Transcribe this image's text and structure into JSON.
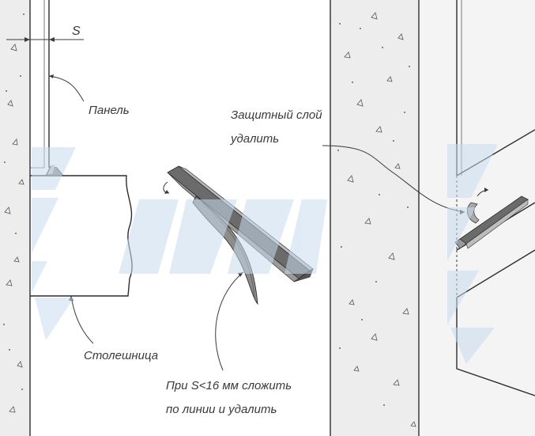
{
  "labels": {
    "dimension": "S",
    "panel": "Панель",
    "countertop": "Столешница",
    "protective_line1": "Защитный слой",
    "protective_line2": "удалить",
    "fold_line1": "При S<16 мм сложить",
    "fold_line2": "по линии и удалить"
  },
  "colors": {
    "concrete": "#ededed",
    "line": "#3a3a3a",
    "profile_dark": "#6b6b6b",
    "profile_mid": "#9a9a9a",
    "profile_light": "#bdbdbd",
    "watermark": "#c9dcef"
  }
}
